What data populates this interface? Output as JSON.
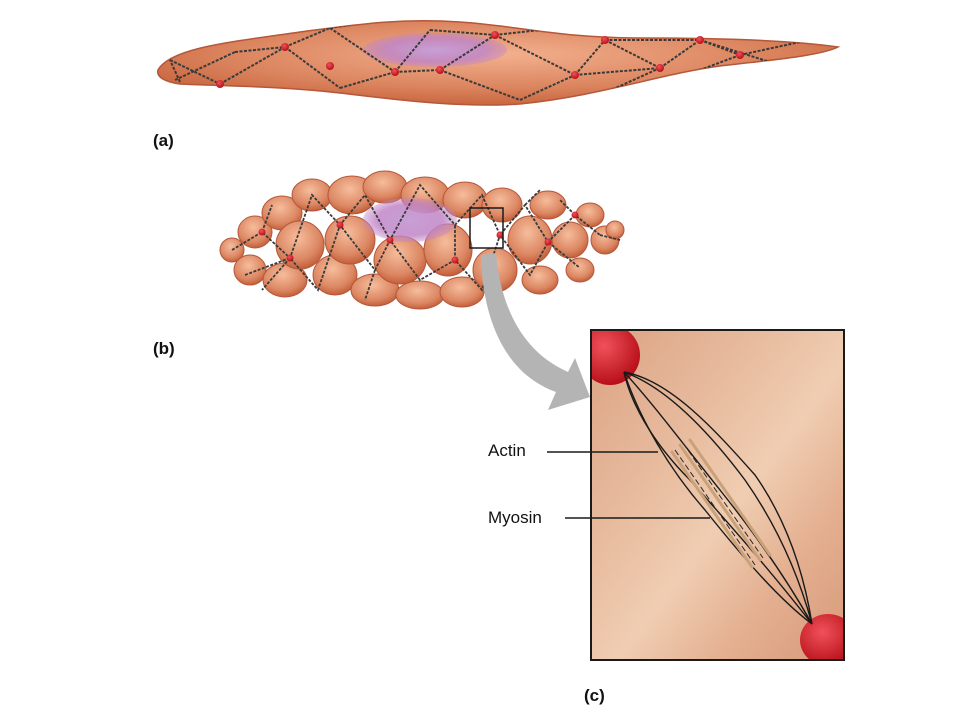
{
  "panels": {
    "a": {
      "label": "(a)"
    },
    "b": {
      "label": "(b)"
    },
    "c": {
      "label": "(c)"
    }
  },
  "labels": {
    "actin": "Actin",
    "myosin": "Myosin"
  },
  "colors": {
    "cell_fill": "#d9825f",
    "cell_stroke": "#b5573a",
    "nucleus": "#c98ccc",
    "dense_body": "#d41a24",
    "filament": "#3a3a3a",
    "myosin_filament": "#c9a27a",
    "arrow": "#b4b4b4",
    "detail_background": "#e5b596"
  },
  "icons": {
    "arrow": "curved-arrow",
    "zoom_box": "square-outline"
  }
}
